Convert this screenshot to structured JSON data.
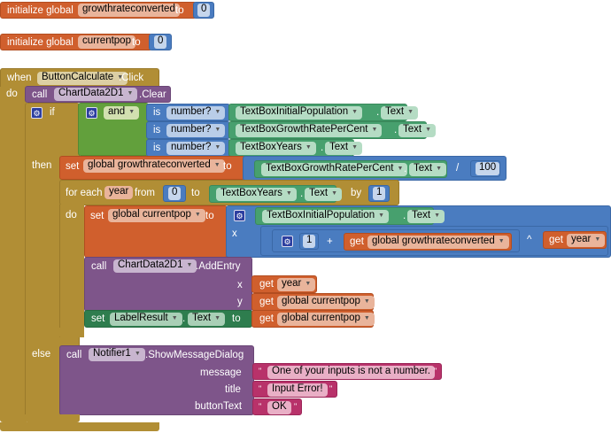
{
  "globals": [
    {
      "keyword": "initialize global",
      "name": "growthrateconverted",
      "to": "to",
      "value": "0"
    },
    {
      "keyword": "initialize global",
      "name": "currentpop",
      "to": "to",
      "value": "0"
    }
  ],
  "event": {
    "when": "when",
    "component": "ButtonCalculate",
    "event_name": ".Click",
    "do": "do"
  },
  "clear_call": {
    "call": "call",
    "component": "ChartData2D1",
    "method": ".Clear"
  },
  "if_block": {
    "if": "if",
    "then": "then",
    "else": "else",
    "and": "and",
    "checks": [
      {
        "is": "is",
        "fn": "number?",
        "component": "TextBoxInitialPopulation",
        "prop": "Text"
      },
      {
        "is": "is",
        "fn": "number?",
        "component": "TextBoxGrowthRatePerCent",
        "prop": "Text"
      },
      {
        "is": "is",
        "fn": "number?",
        "component": "TextBoxYears",
        "prop": "Text"
      }
    ]
  },
  "set_rate": {
    "set": "set",
    "var": "global growthrateconverted",
    "to": "to",
    "component": "TextBoxGrowthRatePerCent",
    "prop": "Text",
    "op": "/",
    "divisor": "100"
  },
  "for_each": {
    "label": "for each",
    "var": "year",
    "from": "from",
    "from_value": "0",
    "to": "to",
    "to_component": "TextBoxYears",
    "to_prop": "Text",
    "by": "by",
    "by_value": "1",
    "do": "do"
  },
  "set_pop": {
    "set": "set",
    "var": "global currentpop",
    "to": "to",
    "component": "TextBoxInitialPopulation",
    "prop": "Text",
    "times": "x",
    "one": "1",
    "plus": "+",
    "get": "get",
    "get_var": "global growthrateconverted",
    "pow": "^",
    "get_year": "year"
  },
  "add_entry": {
    "call": "call",
    "component": "ChartData2D1",
    "method": ".AddEntry",
    "x_label": "x",
    "y_label": "y",
    "get": "get",
    "x_var": "year",
    "y_var": "global currentpop"
  },
  "set_label": {
    "set": "set",
    "component": "LabelResult",
    "prop": "Text",
    "to": "to",
    "get": "get",
    "var": "global currentpop"
  },
  "notifier": {
    "call": "call",
    "component": "Notifier1",
    "method": ".ShowMessageDialog",
    "params": [
      {
        "label": "message",
        "value": "One of your inputs is not a number."
      },
      {
        "label": "title",
        "value": "Input Error!"
      },
      {
        "label": "buttonText",
        "value": "OK"
      }
    ]
  }
}
